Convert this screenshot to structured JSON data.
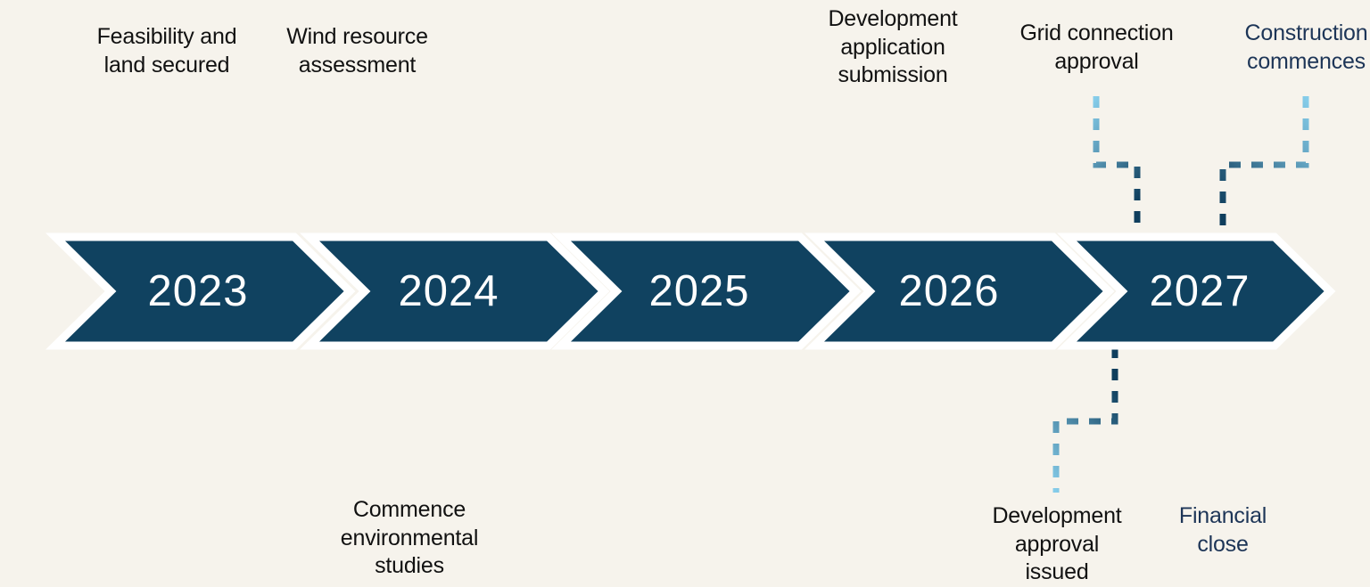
{
  "background_color": "#f6f3ec",
  "chevron_color": "#104260",
  "chevron_outline_color": "#ffffff",
  "year_text_color": "#ffffff",
  "connector_color_light": "#86cdea",
  "connector_color_dark": "#0f3e5d",
  "label_color_dark": "#111111",
  "label_color_navy": "#1d3557",
  "timeline": {
    "years": [
      {
        "label": "2023"
      },
      {
        "label": "2024"
      },
      {
        "label": "2025"
      },
      {
        "label": "2026"
      },
      {
        "label": "2027"
      }
    ]
  },
  "milestones_above": [
    {
      "id": "feasibility-and-land-secured",
      "text": "Feasibility and\nland secured",
      "year": "2023",
      "color": "dark",
      "connector": "straight"
    },
    {
      "id": "wind-resource-assessment",
      "text": "Wind resource\nassessment",
      "year": "2024",
      "color": "dark",
      "connector": "straight"
    },
    {
      "id": "development-application-submission",
      "text": "Development\napplication\nsubmission",
      "year": "2026",
      "color": "dark",
      "connector": "straight"
    },
    {
      "id": "grid-connection-approval",
      "text": "Grid connection\napproval",
      "year": "2027",
      "color": "dark",
      "connector": "stepped-right"
    },
    {
      "id": "construction-commences",
      "text": "Construction\ncommences",
      "year": "2027",
      "color": "navy",
      "connector": "stepped-left"
    }
  ],
  "milestones_below": [
    {
      "id": "commence-environmental-studies",
      "text": "Commence\nenvironmental\nstudies",
      "year": "2024",
      "color": "dark",
      "connector": "straight"
    },
    {
      "id": "development-approval-issued",
      "text": "Development\napproval\nissued",
      "year": "2027",
      "color": "dark",
      "connector": "stepped-left"
    },
    {
      "id": "financial-close",
      "text": "Financial\nclose",
      "year": "2027",
      "color": "navy",
      "connector": "straight"
    }
  ]
}
